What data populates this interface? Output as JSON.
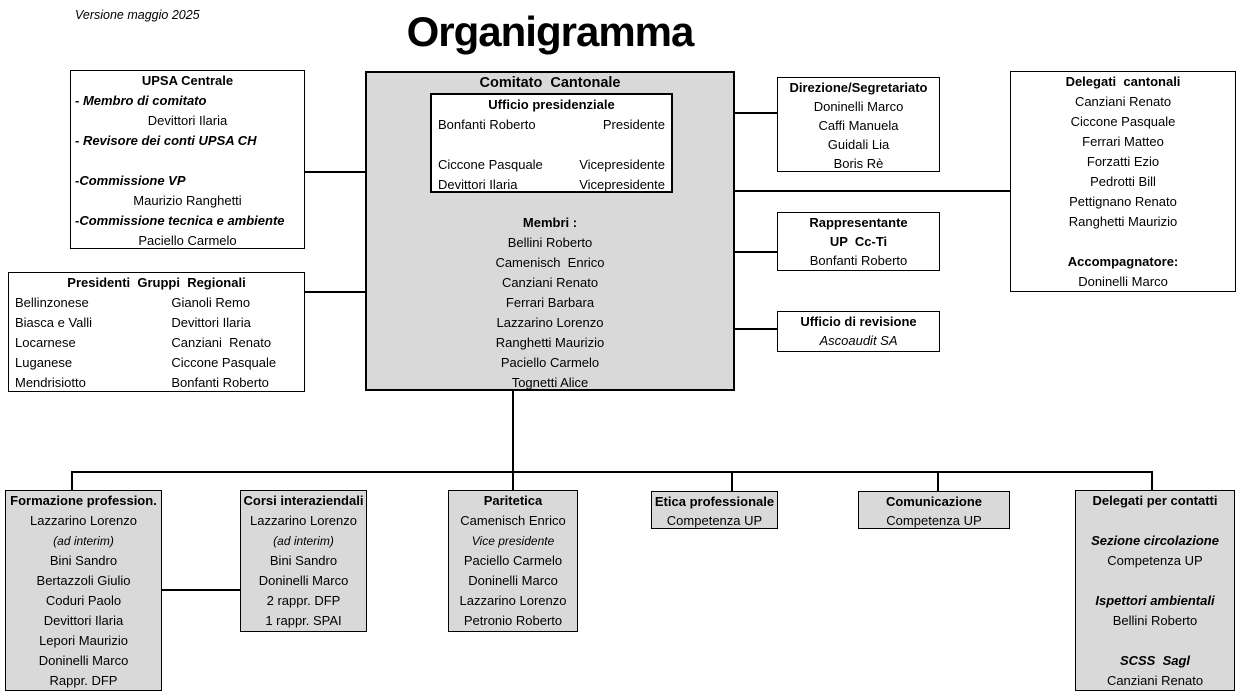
{
  "page": {
    "version_note": "Versione maggio 2025",
    "title": "Organigramma"
  },
  "colors": {
    "box_fill_gray": "#d9d9d9",
    "box_fill_white": "#ffffff",
    "line_color": "#000000"
  },
  "upsa_centrale": {
    "title": "UPSA Centrale",
    "items": [
      "- Membro di comitato",
      "Devittori Ilaria",
      "- Revisore dei conti UPSA CH",
      "",
      "-Commissione VP",
      "Maurizio Ranghetti",
      "-Commissione tecnica e ambiente",
      "Paciello Carmelo"
    ]
  },
  "presidenti_regionali": {
    "title": "Presidenti  Gruppi  Regionali",
    "rows": [
      [
        "Bellinzonese",
        "Gianoli Remo"
      ],
      [
        "Biasca e Valli",
        "Devittori Ilaria"
      ],
      [
        "Locarnese",
        "Canziani  Renato"
      ],
      [
        "Luganese",
        "Ciccone Pasquale"
      ],
      [
        "Mendrisiotto",
        "Bonfanti Roberto"
      ]
    ]
  },
  "comitato": {
    "title": "Comitato  Cantonale",
    "ufficio": {
      "title": "Ufficio presidenziale",
      "rows": [
        [
          "Bonfanti Roberto",
          "Presidente"
        ],
        [
          "",
          ""
        ],
        [
          "Ciccone Pasquale",
          "Vicepresidente"
        ],
        [
          "Devittori Ilaria",
          "Vicepresidente"
        ]
      ]
    },
    "membri_label": "Membri :",
    "membri": [
      "Bellini Roberto",
      "Camenisch  Enrico",
      "Canziani Renato",
      "Ferrari Barbara",
      "Lazzarino Lorenzo",
      "Ranghetti Maurizio",
      "Paciello Carmelo",
      "Tognetti Alice"
    ]
  },
  "direzione": {
    "title": "Direzione/Segretariato",
    "members": [
      "Doninelli Marco",
      "Caffi Manuela",
      "Guidali Lia",
      "Boris Rè"
    ]
  },
  "rappresentante": {
    "title_line1": "Rappresentante",
    "title_line2": "UP  Cc-Ti",
    "member": "Bonfanti Roberto"
  },
  "revisione": {
    "title": "Ufficio di revisione",
    "member": "Ascoaudit SA"
  },
  "delegati_cantonali": {
    "title": "Delegati  cantonali",
    "members": [
      "Canziani Renato",
      "Ciccone Pasquale",
      "Ferrari Matteo",
      "Forzatti Ezio",
      "Pedrotti Bill",
      "Pettignano Renato",
      "Ranghetti Maurizio"
    ],
    "accompagnatore_label": "Accompagnatore:",
    "accompagnatore": "Doninelli Marco"
  },
  "formazione": {
    "title": "Formazione profession.",
    "members": [
      "Lazzarino Lorenzo",
      "(ad interim)",
      "Bini Sandro",
      "Bertazzoli Giulio",
      "Coduri Paolo",
      "Devittori Ilaria",
      "Lepori Maurizio",
      "Doninelli Marco",
      "Rappr. DFP"
    ]
  },
  "corsi": {
    "title": "Corsi interaziendali",
    "members": [
      "Lazzarino Lorenzo",
      "(ad interim)",
      "Bini Sandro",
      "Doninelli Marco",
      "2 rappr. DFP",
      "1 rappr. SPAI"
    ]
  },
  "paritetica": {
    "title": "Paritetica",
    "members": [
      "Camenisch Enrico",
      "Vice presidente",
      "Paciello Carmelo",
      "Doninelli Marco",
      "Lazzarino Lorenzo",
      "Petronio Roberto"
    ]
  },
  "etica": {
    "title": "Etica professionale",
    "member": "Competenza UP"
  },
  "comunicazione": {
    "title": "Comunicazione",
    "member": "Competenza UP"
  },
  "delegati_contatti": {
    "title": "Delegati per contatti",
    "sections": [
      {
        "heading": "Sezione circolazione",
        "member": "Competenza UP"
      },
      {
        "heading": "Ispettori ambientali",
        "member": "Bellini Roberto"
      },
      {
        "heading": "SCSS  Sagl",
        "member": "Canziani Renato"
      }
    ]
  }
}
